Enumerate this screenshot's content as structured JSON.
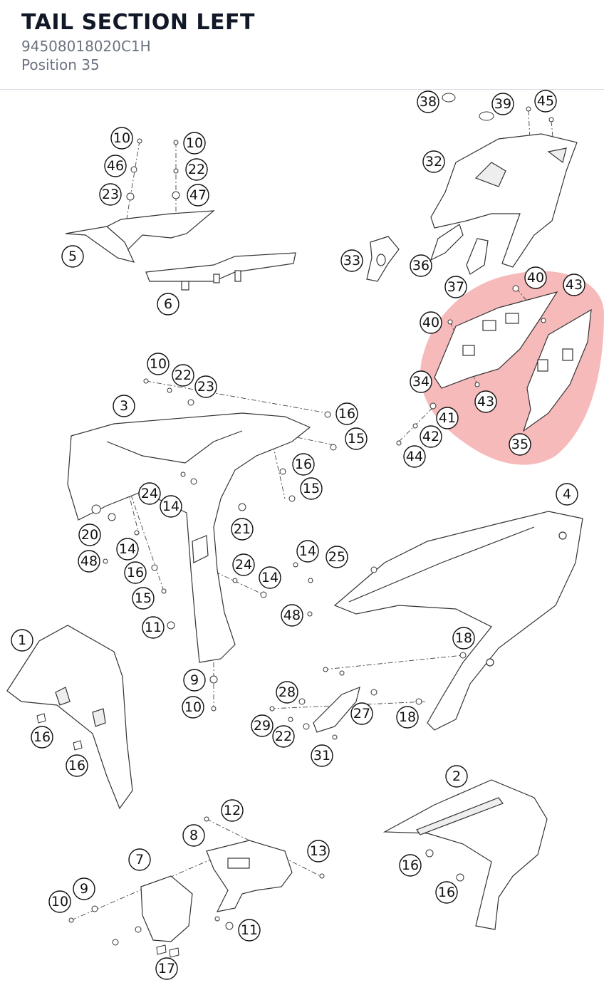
{
  "header": {
    "title": "TAIL SECTION LEFT",
    "part_number": "94508018020C1H",
    "position_label": "Position 35"
  },
  "highlight_color": "#f3a3a3",
  "callouts": [
    {
      "id": "c38",
      "label": "38"
    },
    {
      "id": "c39",
      "label": "39"
    },
    {
      "id": "c45",
      "label": "45"
    },
    {
      "id": "c32",
      "label": "32"
    },
    {
      "id": "c10a",
      "label": "10"
    },
    {
      "id": "c10b",
      "label": "10"
    },
    {
      "id": "c46",
      "label": "46"
    },
    {
      "id": "c22a",
      "label": "22"
    },
    {
      "id": "c23a",
      "label": "23"
    },
    {
      "id": "c47",
      "label": "47"
    },
    {
      "id": "c5",
      "label": "5"
    },
    {
      "id": "c6",
      "label": "6"
    },
    {
      "id": "c33",
      "label": "33"
    },
    {
      "id": "c36",
      "label": "36"
    },
    {
      "id": "c37",
      "label": "37"
    },
    {
      "id": "c40a",
      "label": "40"
    },
    {
      "id": "c43a",
      "label": "43"
    },
    {
      "id": "c40b",
      "label": "40"
    },
    {
      "id": "c34",
      "label": "34"
    },
    {
      "id": "c43b",
      "label": "43"
    },
    {
      "id": "c41",
      "label": "41"
    },
    {
      "id": "c42",
      "label": "42"
    },
    {
      "id": "c44",
      "label": "44"
    },
    {
      "id": "c35",
      "label": "35"
    },
    {
      "id": "c10c",
      "label": "10"
    },
    {
      "id": "c22b",
      "label": "22"
    },
    {
      "id": "c23b",
      "label": "23"
    },
    {
      "id": "c3",
      "label": "3"
    },
    {
      "id": "c16a",
      "label": "16"
    },
    {
      "id": "c15a",
      "label": "15"
    },
    {
      "id": "c16b",
      "label": "16"
    },
    {
      "id": "c15b",
      "label": "15"
    },
    {
      "id": "c24a",
      "label": "24"
    },
    {
      "id": "c14a",
      "label": "14"
    },
    {
      "id": "c21",
      "label": "21"
    },
    {
      "id": "c20",
      "label": "20"
    },
    {
      "id": "c14b",
      "label": "14"
    },
    {
      "id": "c48a",
      "label": "48"
    },
    {
      "id": "c16c",
      "label": "16"
    },
    {
      "id": "c15c",
      "label": "15"
    },
    {
      "id": "c24b",
      "label": "24"
    },
    {
      "id": "c14c",
      "label": "14"
    },
    {
      "id": "c11a",
      "label": "11"
    },
    {
      "id": "c4",
      "label": "4"
    },
    {
      "id": "c14d",
      "label": "14"
    },
    {
      "id": "c25",
      "label": "25"
    },
    {
      "id": "c48b",
      "label": "48"
    },
    {
      "id": "c1",
      "label": "1"
    },
    {
      "id": "c16d",
      "label": "16"
    },
    {
      "id": "c16e",
      "label": "16"
    },
    {
      "id": "c9a",
      "label": "9"
    },
    {
      "id": "c10d",
      "label": "10"
    },
    {
      "id": "c18a",
      "label": "18"
    },
    {
      "id": "c28",
      "label": "28"
    },
    {
      "id": "c27",
      "label": "27"
    },
    {
      "id": "c18b",
      "label": "18"
    },
    {
      "id": "c29",
      "label": "29"
    },
    {
      "id": "c22c",
      "label": "22"
    },
    {
      "id": "c31",
      "label": "31"
    },
    {
      "id": "c2",
      "label": "2"
    },
    {
      "id": "c12",
      "label": "12"
    },
    {
      "id": "c8",
      "label": "8"
    },
    {
      "id": "c13",
      "label": "13"
    },
    {
      "id": "c7",
      "label": "7"
    },
    {
      "id": "c9b",
      "label": "9"
    },
    {
      "id": "c10e",
      "label": "10"
    },
    {
      "id": "c11b",
      "label": "11"
    },
    {
      "id": "c16f",
      "label": "16"
    },
    {
      "id": "c16g",
      "label": "16"
    },
    {
      "id": "c17",
      "label": "17"
    }
  ]
}
